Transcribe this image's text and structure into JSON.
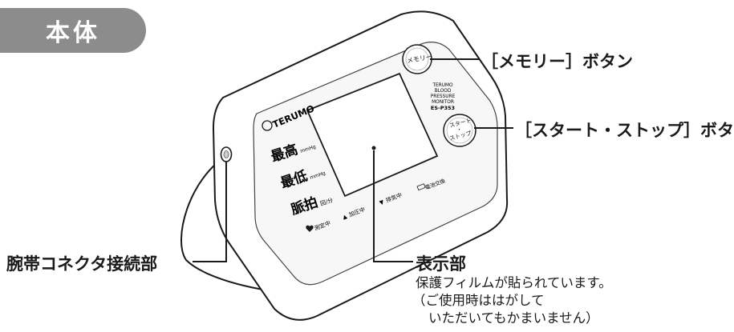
{
  "section_tab": "本体",
  "device": {
    "brand": "TERUMO",
    "model_lines": [
      "TERUMO",
      "BLOOD",
      "PRESSURE",
      "MONITOR",
      "ES-P353"
    ],
    "memory_btn": "メモリー",
    "start_btn_lines": [
      "スタート",
      "・",
      "ストップ"
    ],
    "label_sys": "最高",
    "label_dia": "最低",
    "label_pulse": "脈拍",
    "unit_mmhg": "mmHg",
    "unit_pulse": "回/分",
    "status_measuring": "測定中",
    "status_inflating": "加圧中",
    "status_deflating": "排気中",
    "status_battery": "電池交換"
  },
  "callouts": {
    "memory_button": "［メモリー］ボタン",
    "start_stop_button": "［スタート・ストップ］ボタン",
    "cuff_connector": "腕帯コネクタ接続部",
    "display_title": "表示部",
    "display_note_1": "保護フィルムが貼られています。",
    "display_note_2": "（ご使用時ははがして",
    "display_note_3": "いただいてもかまいません）"
  },
  "colors": {
    "tab": "#8c8c8c",
    "line": "#1a1a1a"
  }
}
